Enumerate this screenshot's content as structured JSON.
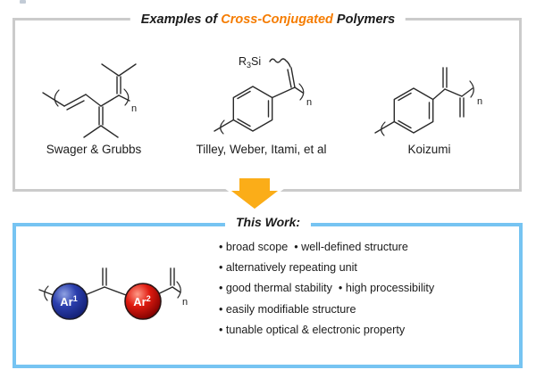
{
  "figure": {
    "top_box": {
      "title_prefix": "Examples of ",
      "title_highlight": "Cross-Conjugated",
      "title_suffix": " Polymers",
      "highlight_color": "#f57c00",
      "border_color": "#cbcbcb",
      "structures": [
        {
          "label": "Swager & Grubbs",
          "repeat_subscript": "n"
        },
        {
          "label": "Tilley, Weber, Itami, et al",
          "repeat_subscript": "n",
          "silyl": {
            "r": "R",
            "sub": "3",
            "si": "Si"
          }
        },
        {
          "label": "Koizumi",
          "repeat_subscript": "n"
        }
      ]
    },
    "arrow": {
      "color": "#fbad18"
    },
    "bottom_box": {
      "title": "This Work:",
      "border_color": "#76c4f2",
      "polymer": {
        "ar1_base": "Ar",
        "ar1_sup": "1",
        "ar1_color": "#2b3fae",
        "ar2_base": "Ar",
        "ar2_sup": "2",
        "ar2_color": "#e01b10",
        "repeat_subscript": "n"
      },
      "features": [
        "• broad scope  • well-defined structure",
        "• alternatively repeating unit",
        "• good thermal stability  • high processibility",
        "• easily modifiable structure",
        "• tunable optical & electronic property"
      ]
    }
  }
}
